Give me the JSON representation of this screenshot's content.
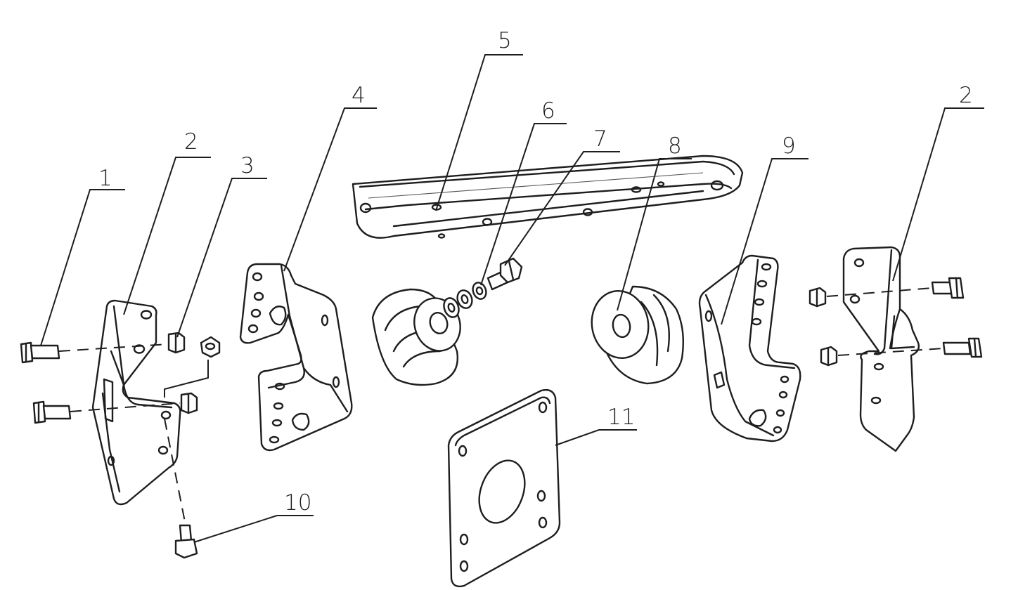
{
  "diagram": {
    "callouts": [
      {
        "id": "c1",
        "text": "1"
      },
      {
        "id": "c2a",
        "text": "2"
      },
      {
        "id": "c3",
        "text": "3"
      },
      {
        "id": "c4",
        "text": "4"
      },
      {
        "id": "c5",
        "text": "5"
      },
      {
        "id": "c6",
        "text": "6"
      },
      {
        "id": "c7",
        "text": "7"
      },
      {
        "id": "c8",
        "text": "8"
      },
      {
        "id": "c9",
        "text": "9"
      },
      {
        "id": "c2b",
        "text": "2"
      },
      {
        "id": "c10",
        "text": "10"
      },
      {
        "id": "c11",
        "text": "11"
      }
    ]
  }
}
